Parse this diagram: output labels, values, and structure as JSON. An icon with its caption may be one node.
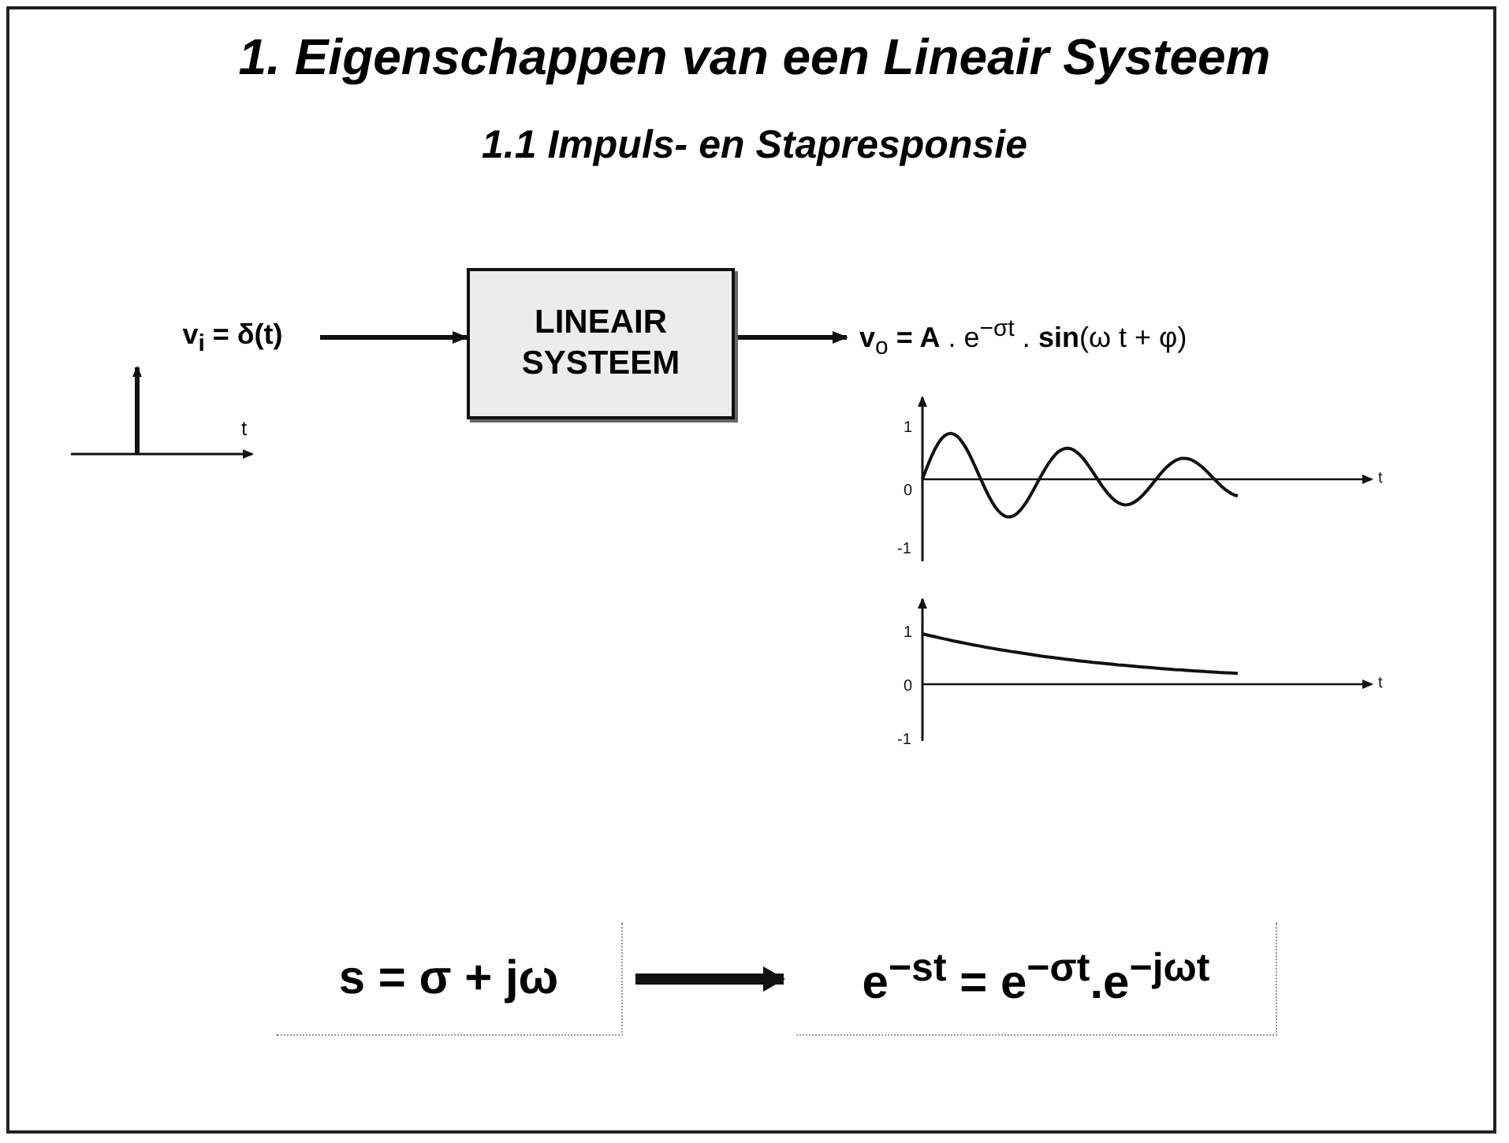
{
  "diagram": {
    "title": "1. Eigenschappen van een Lineair Systeem",
    "nodes": [
      {
        "text": [
          "v$_{i}$ = δ(t)"
        ]
      },
      {
        "text": [
          "LINEAIR SYSTEEM"
        ]
      },
      {
        "text": [
          "**v**$_{o}$ **= A** . e$^{−σt}$ . **sin**(ω t + φ)"
        ]
      },
      {
        "text": [
          "s = σ + jω"
        ]
      },
      {
        "text": [
          "e$^{−st}$ = e$^{−σt}$.e$^{−jωt}$"
        ]
      }
    ],
    "edges": [
      {
        "from": 0,
        "to": 1,
        "arrow": "to"
      },
      {
        "from": 1,
        "to": 2,
        "arrow": "to"
      },
      {
        "from": 3,
        "to": 4,
        "arrow": "to",
        "style": "thick"
      }
    ],
    "labels": [
      "1.1 Impuls- en Stapresponsie",
      "t",
      "1",
      "0",
      "-1",
      "t",
      "1",
      "0",
      "-1",
      "t"
    ]
  }
}
